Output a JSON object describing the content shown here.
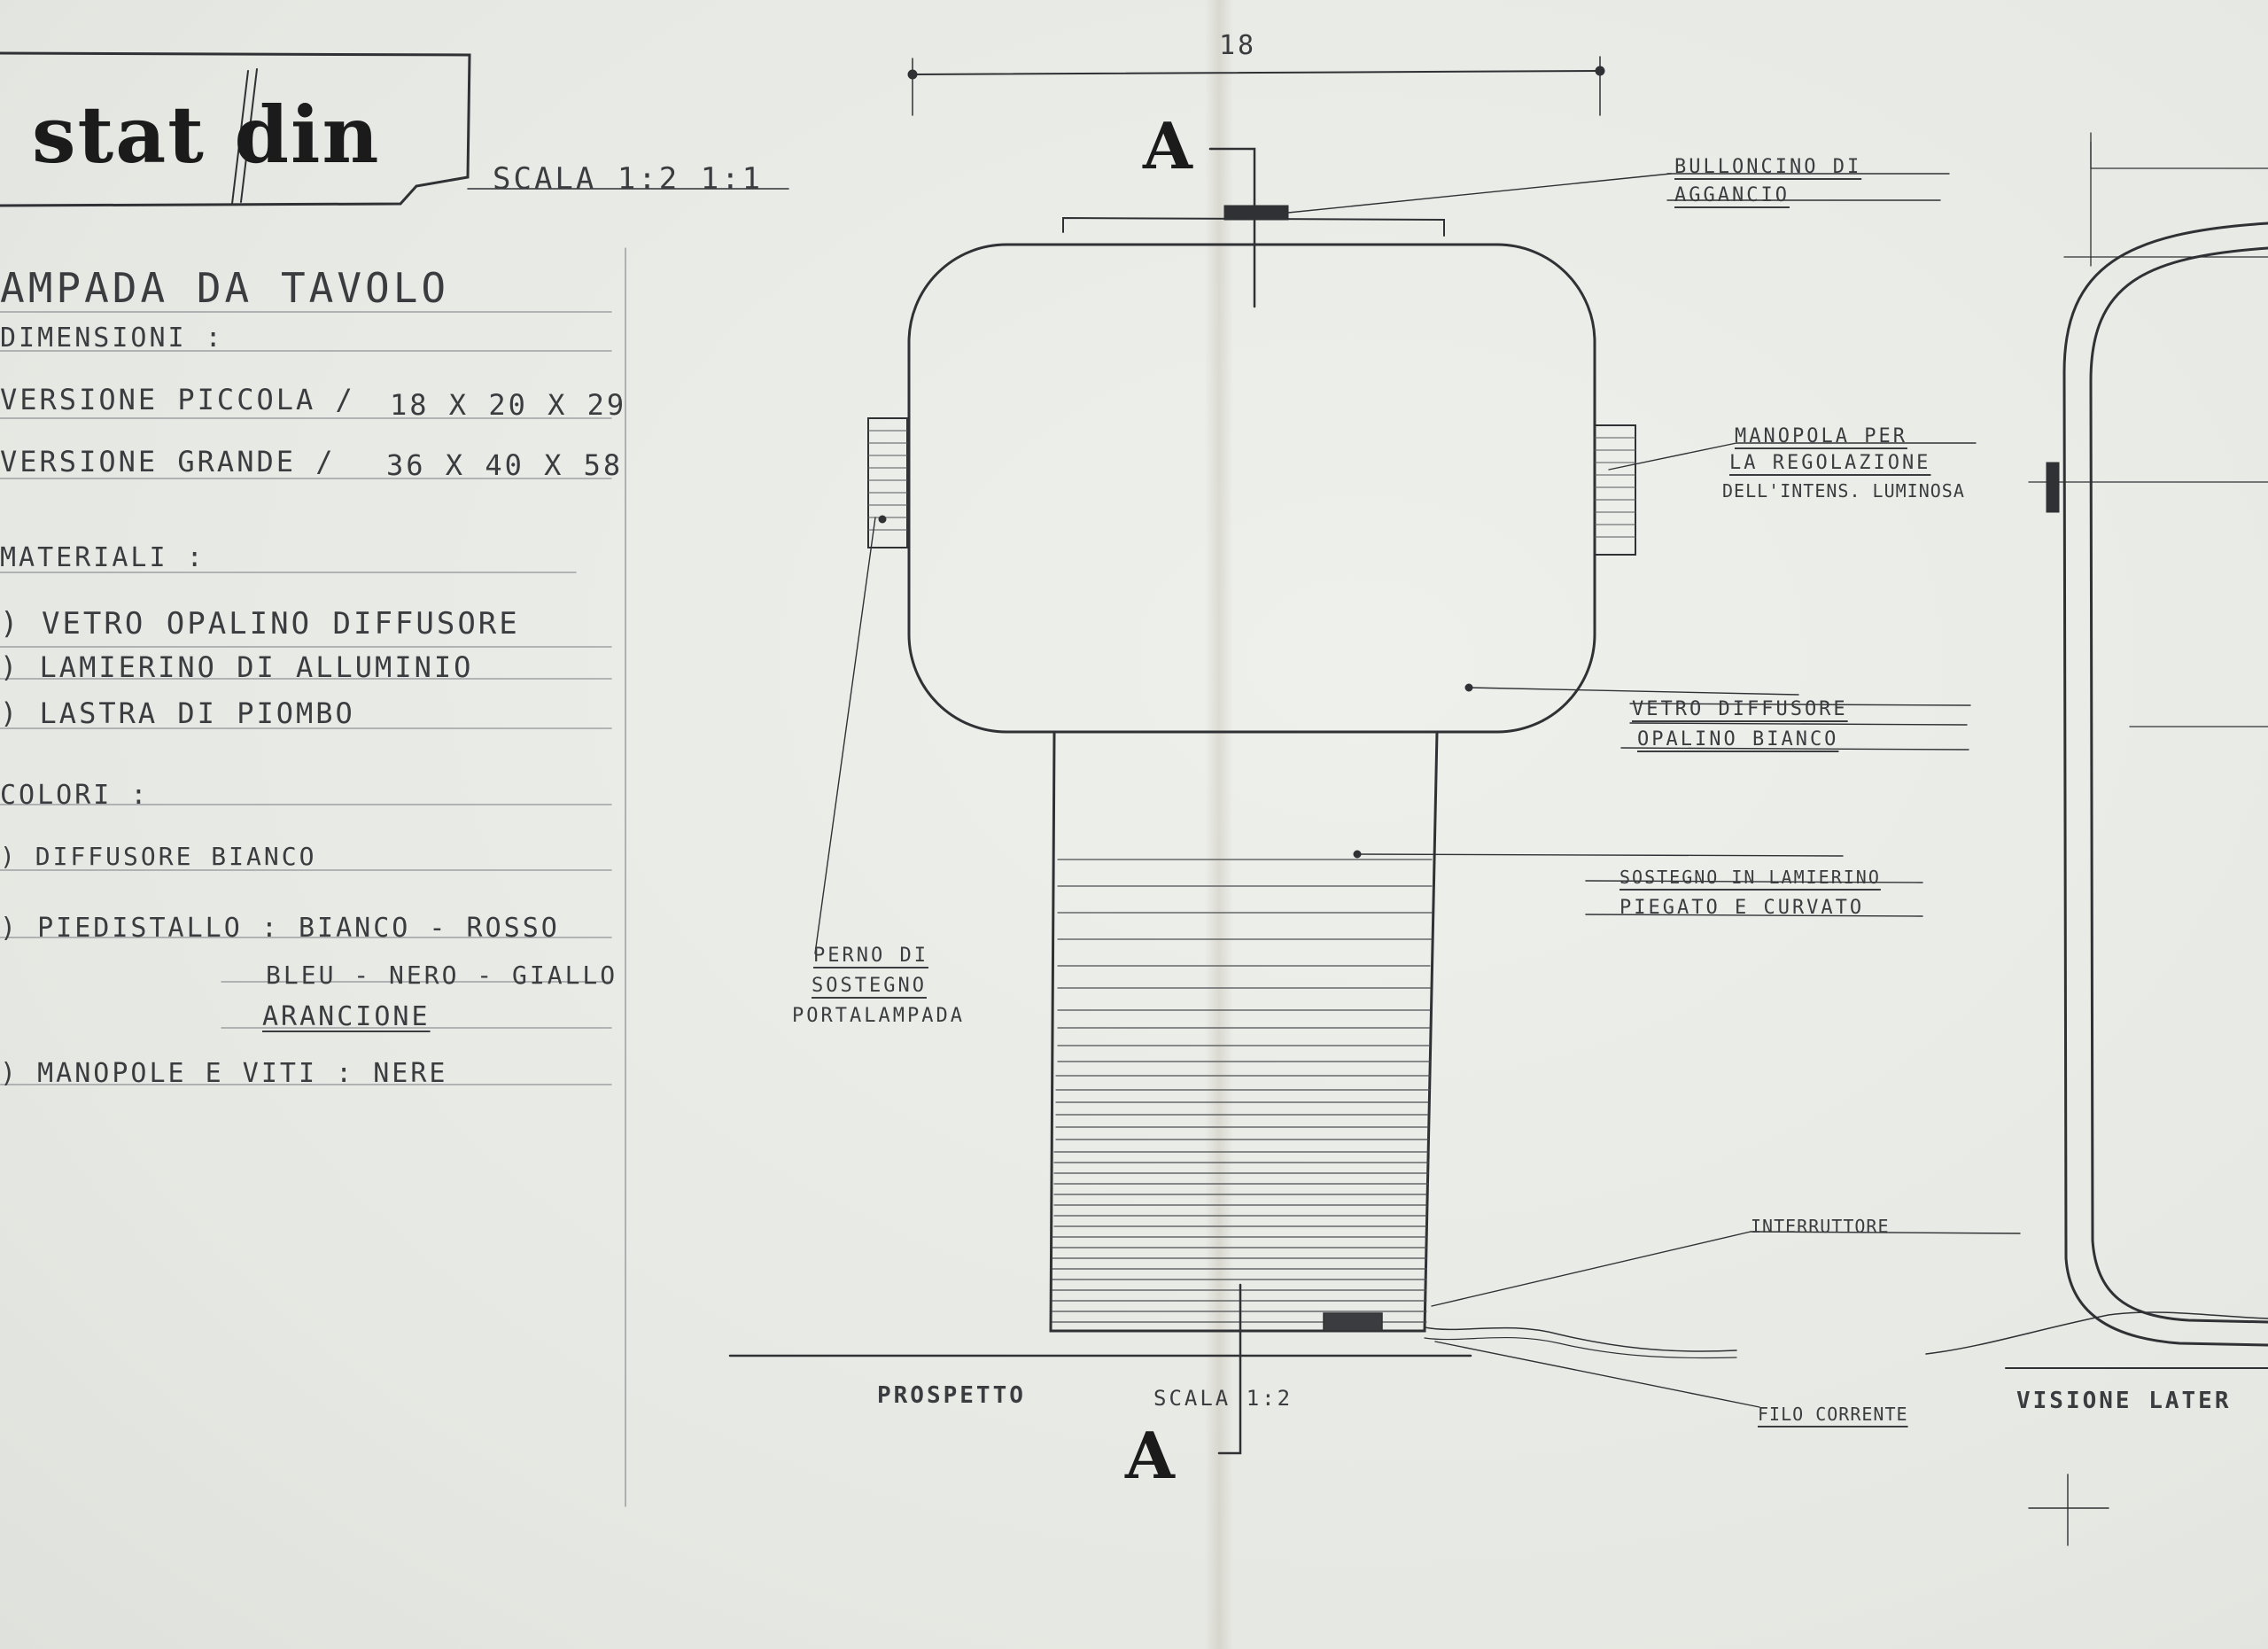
{
  "logo": {
    "text": "stat din"
  },
  "title_block": {
    "scale": "SCALA 1:2   1:1",
    "title": "AMPADA DA TAVOLO",
    "dimensions_label": "DIMENSIONI :",
    "version_small": "VERSIONE  PICCOLA /",
    "version_small_value": "18 X 20 X 29",
    "version_large": "VERSIONE  GRANDE /",
    "version_large_value": "36 X 40 X 58",
    "materials_label": "MATERIALI :",
    "materials": [
      ") VETRO  OPALINO  DIFFUSORE",
      ") LAMIERINO  DI  ALLUMINIO",
      ") LASTRA  DI  PIOMBO"
    ],
    "colors_label": "COLORI :",
    "colors": [
      ") DIFFUSORE  BIANCO",
      ") PIEDISTALLO :  BIANCO - ROSSO",
      "BLEU - NERO - GIALLO",
      "ARANCIONE",
      ") MANOPOLE  E  VITI :  NERE"
    ]
  },
  "drawing": {
    "dimension_width": "18",
    "section_marker": "A",
    "labels": {
      "bulloncino": [
        "BULLONCINO  DI",
        "AGGANCIO"
      ],
      "manopola": [
        "MANOPOLA  PER",
        "LA REGOLAZIONE",
        "DELL'INTENS. LUMINOSA"
      ],
      "vetro": [
        "VETRO  DIFFUSORE",
        "OPALINO  BIANCO"
      ],
      "sostegno": [
        "SOSTEGNO  IN  LAMIERINO",
        "PIEGATO  E  CURVATO"
      ],
      "perno": [
        "PERNO  DI",
        "SOSTEGNO",
        "PORTALAMPADA"
      ],
      "interruttore": "INTERRUTTORE",
      "filo": "FILO  CORRENTE",
      "prospetto": "PROSPETTO",
      "prospetto_scale": "SCALA  1:2",
      "side_view": "VISIONE  LATER"
    }
  }
}
